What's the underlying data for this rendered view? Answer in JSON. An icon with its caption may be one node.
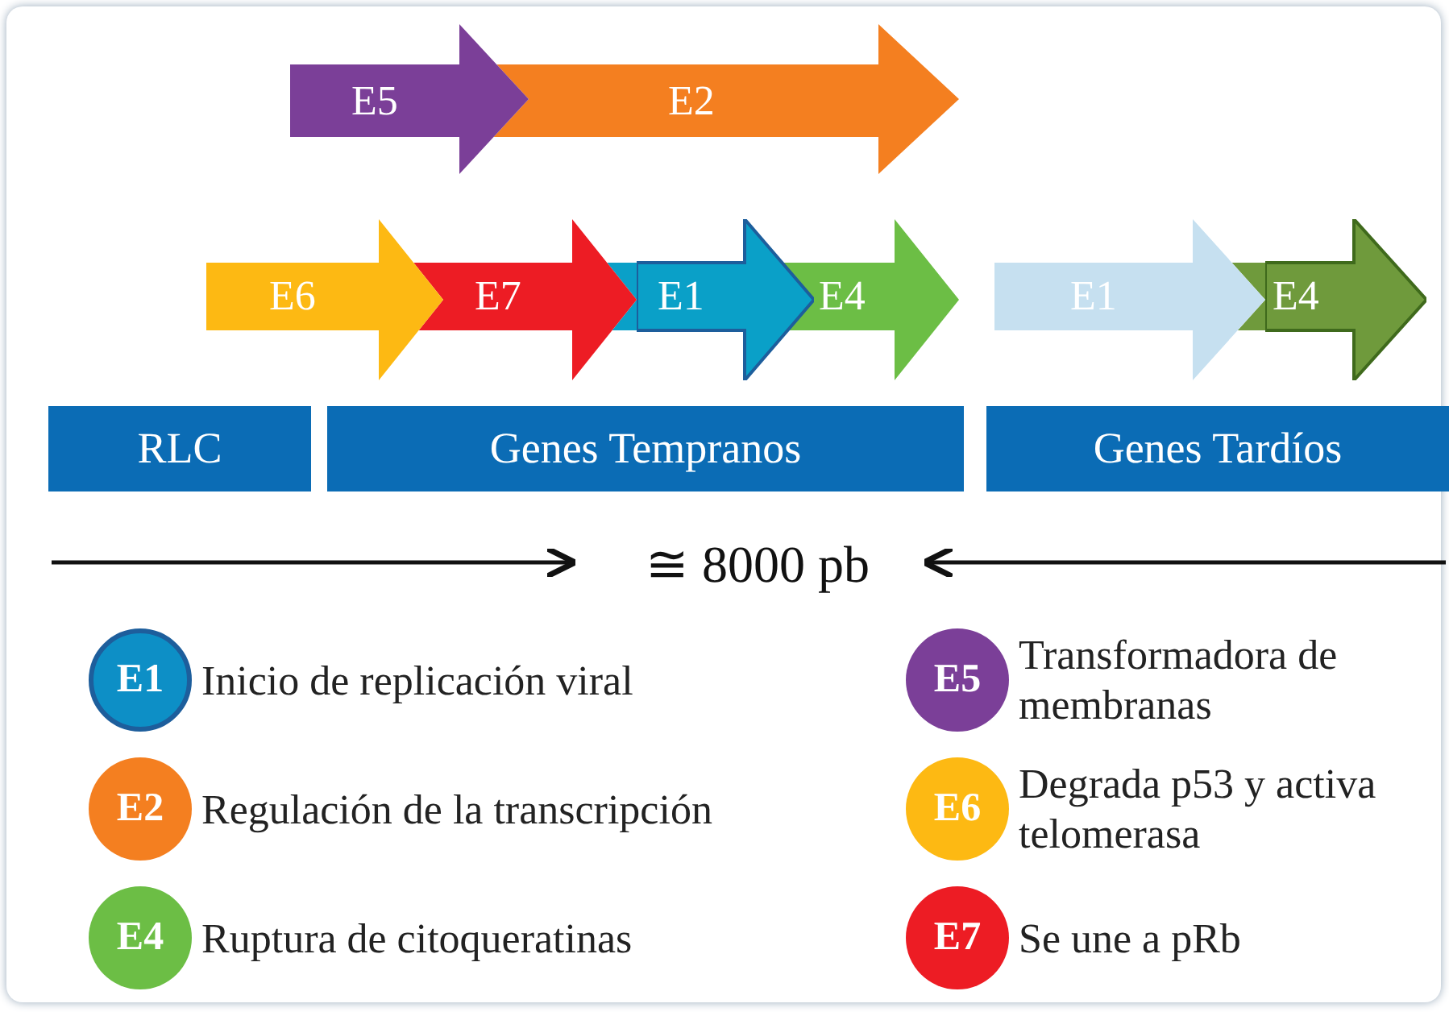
{
  "diagram": {
    "nodes": [
      {
        "text": [
          "E5"
        ]
      },
      {
        "text": [
          "E2"
        ]
      },
      {
        "text": [
          "E6"
        ]
      },
      {
        "text": [
          "E7"
        ]
      },
      {
        "text": [
          "E1"
        ]
      },
      {
        "text": [
          "E4"
        ]
      },
      {
        "text": [
          "E1"
        ]
      },
      {
        "text": [
          "E4"
        ]
      },
      {
        "text": [
          "RLC"
        ]
      },
      {
        "text": [
          "Genes Tempranos"
        ]
      },
      {
        "text": [
          "Genes Tardíos"
        ]
      },
      {
        "text": [
          "E1"
        ],
        "beside": [
          "Inicio de replicación viral"
        ]
      },
      {
        "text": [
          "E2"
        ],
        "beside": [
          "Regulación de la transcripción"
        ]
      },
      {
        "text": [
          "E4"
        ],
        "beside": [
          "Ruptura de citoqueratinas"
        ]
      },
      {
        "text": [
          "E5"
        ],
        "beside": [
          "Transformadora de membranas"
        ]
      },
      {
        "text": [
          "E6"
        ],
        "beside": [
          "Degrada p53 y activa telomerasa"
        ]
      },
      {
        "text": [
          "E7"
        ],
        "beside": [
          "Se une a pRb"
        ]
      }
    ],
    "labels": [
      "≅ 8000 pb"
    ]
  }
}
